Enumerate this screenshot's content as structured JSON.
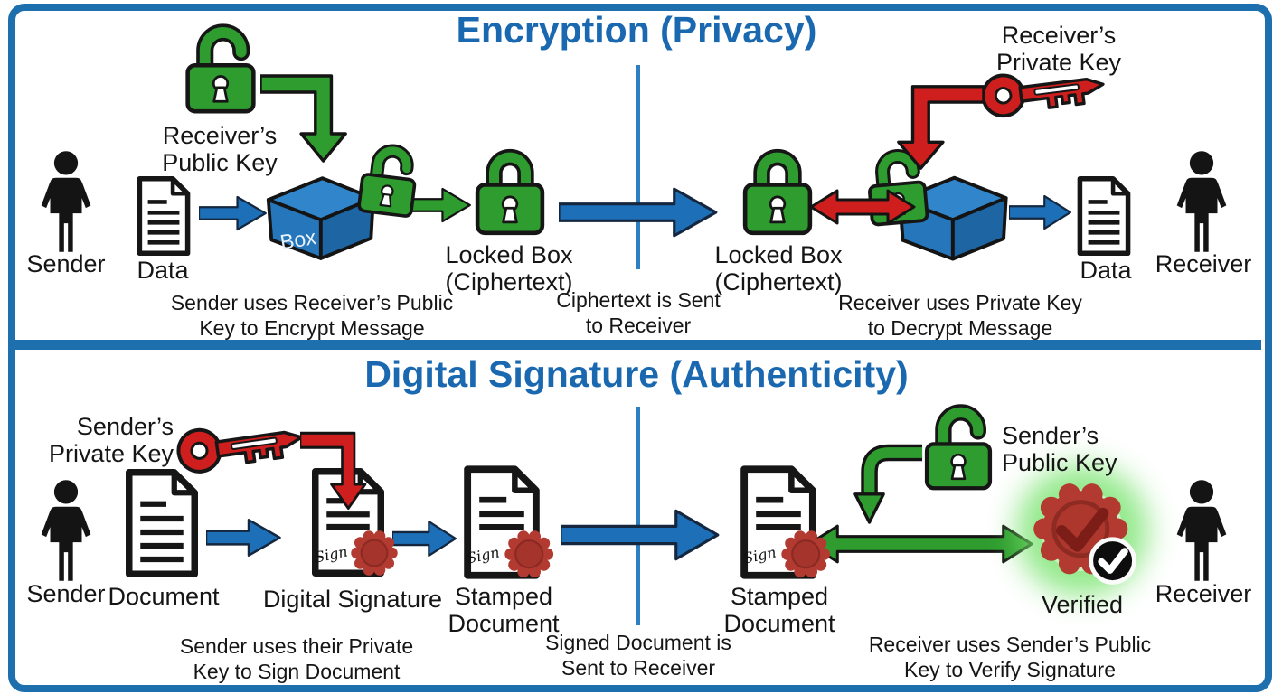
{
  "colors": {
    "frame_blue": "#1e6fad",
    "title_blue": "#1a68b0",
    "arrow_blue": "#1d6fb8",
    "green": "#2f9c2f",
    "red": "#ce1f1e",
    "wax_red": "#b23a31"
  },
  "diagram": {
    "signature": "Sign",
    "top": {
      "title": "Encryption (Privacy)",
      "sender": "Sender",
      "data_in": "Data",
      "public_key": "Receiver’s\nPublic Key",
      "box": "Box",
      "locked_left": "Locked Box\n(Ciphertext)",
      "caption_encrypt": "Sender uses Receiver’s Public\nKey to Encrypt Message",
      "caption_send": "Ciphertext is Sent\nto Receiver",
      "locked_right": "Locked Box\n(Ciphertext)",
      "private_key": "Receiver’s\nPrivate Key",
      "caption_decrypt": "Receiver uses Private Key\nto Decrypt Message",
      "data_out": "Data",
      "receiver": "Receiver"
    },
    "bottom": {
      "title": "Digital Signature (Authenticity)",
      "sender": "Sender",
      "document": "Document",
      "private_key": "Sender’s\nPrivate Key",
      "digital_signature": "Digital Signature",
      "stamped_left": "Stamped\nDocument",
      "caption_sign": "Sender uses their Private\nKey to Sign Document",
      "caption_send": "Signed Document is\nSent to Receiver",
      "stamped_right": "Stamped\nDocument",
      "public_key": "Sender’s\nPublic Key",
      "verified": "Verified",
      "caption_verify": "Receiver uses Sender’s Public\nKey to Verify Signature",
      "receiver": "Receiver"
    }
  }
}
